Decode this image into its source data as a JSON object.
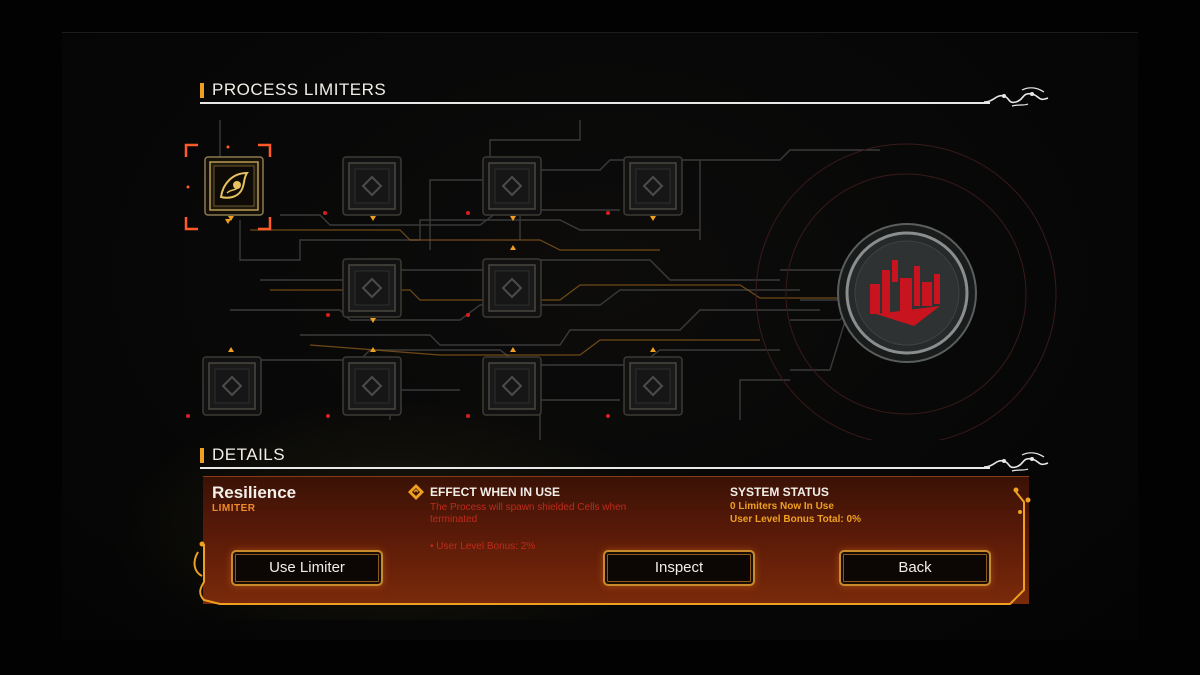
{
  "sections": {
    "limiters_title": "PROCESS LIMITERS",
    "details_title": "DETAILS"
  },
  "chips": [
    {
      "id": "resilience",
      "state": "selected",
      "icon": "bird-emblem-icon"
    },
    {
      "id": "slot-2",
      "state": "locked",
      "icon": "diamond-icon"
    },
    {
      "id": "slot-3",
      "state": "locked",
      "icon": "diamond-icon"
    },
    {
      "id": "slot-4",
      "state": "locked",
      "icon": "diamond-icon"
    },
    {
      "id": "slot-5",
      "state": "locked",
      "icon": "diamond-icon"
    },
    {
      "id": "slot-6",
      "state": "locked",
      "icon": "diamond-icon"
    },
    {
      "id": "slot-7",
      "state": "locked",
      "icon": "diamond-icon"
    },
    {
      "id": "slot-8",
      "state": "locked",
      "icon": "diamond-icon"
    },
    {
      "id": "slot-9",
      "state": "locked",
      "icon": "diamond-icon"
    },
    {
      "id": "slot-10",
      "state": "locked",
      "icon": "diamond-icon"
    }
  ],
  "details": {
    "name": "Resilience",
    "type": "LIMITER",
    "effect_title": "EFFECT WHEN IN USE",
    "effect_description": "The Process will spawn shielded Cells when terminated",
    "effect_bonus": "• User Level Bonus: 2%",
    "system_title": "SYSTEM STATUS",
    "system_line_1": "0 Limiters Now In Use",
    "system_line_2": "User Level Bonus Total: 0%"
  },
  "buttons": {
    "use": "Use Limiter",
    "inspect": "Inspect",
    "back": "Back"
  },
  "colors": {
    "accent": "#f0a020",
    "panel": "#5a1a08",
    "alert_red": "#c02a1a",
    "circuit": "#3a3a3a",
    "circuit_orange": "#8a5a1a"
  }
}
